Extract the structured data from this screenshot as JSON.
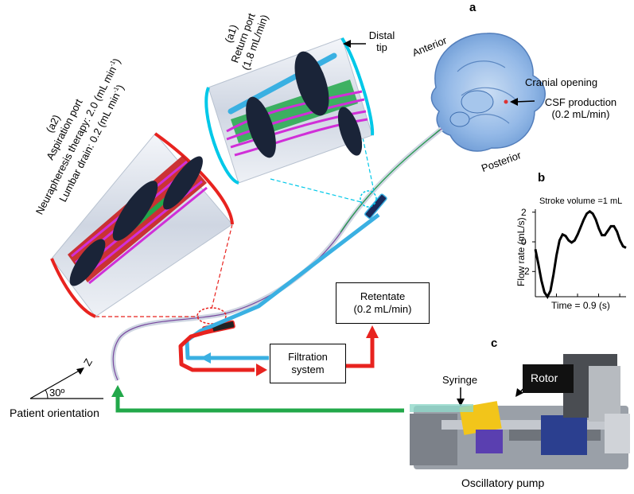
{
  "panels": {
    "a": "a",
    "b": "b",
    "c": "c"
  },
  "brain": {
    "anterior": "Anterior",
    "posterior": "Posterior",
    "cranial_opening": "Cranial opening",
    "csf_line1": "CSF production",
    "csf_line2": "(0.2 mL/min)"
  },
  "catheter": {
    "distal_line1": "Distal",
    "distal_line2": "tip",
    "a1_line1": "(a1)",
    "a1_line2": "Return port",
    "a1_line3": "(1.8 mL/min)",
    "a2_line1": "(a2)",
    "a2_line2": "Aspiration port",
    "a2_line3": "Neurapheresis therapy: 2.0 (mL min",
    "a2_line3_sup": "-1",
    "a2_line3_end": ")",
    "a2_line4": "Lumbar drain: 0.2 (mL min",
    "a2_line4_sup": "-1",
    "a2_line4_end": ")"
  },
  "retentate": {
    "line1": "Retentate",
    "line2": "(0.2 mL/min)"
  },
  "filtration": {
    "line1": "Filtration",
    "line2": "system"
  },
  "orientation": {
    "angle": "30º",
    "axis": "Z",
    "label": "Patient orientation"
  },
  "pump": {
    "syringe": "Syringe",
    "rotor": "Rotor",
    "label": "Oscillatory pump"
  },
  "colors": {
    "blue": "#3ab0e2",
    "red": "#e8231f",
    "green": "#22a84a",
    "cyan": "#00c8e8"
  },
  "chart_data": {
    "type": "line",
    "title": "Stroke volume =1 mL",
    "xlabel": "Time = 0.9 (s)",
    "ylabel": "Flow rate (mL/s)",
    "ylim": [
      -3.7,
      2.2
    ],
    "xlim": [
      0,
      0.9
    ],
    "yticks": [
      2,
      0,
      -2
    ],
    "x": [
      0,
      0.03,
      0.06,
      0.09,
      0.12,
      0.15,
      0.18,
      0.21,
      0.24,
      0.27,
      0.3,
      0.33,
      0.36,
      0.39,
      0.42,
      0.45,
      0.48,
      0.51,
      0.54,
      0.57,
      0.6,
      0.63,
      0.66,
      0.69,
      0.72,
      0.75,
      0.78,
      0.81,
      0.84,
      0.87,
      0.9
    ],
    "series": [
      {
        "values": [
          -0.5,
          -1.5,
          -2.6,
          -3.4,
          -3.7,
          -3.3,
          -2.2,
          -0.9,
          0.1,
          0.5,
          0.4,
          0.1,
          -0.05,
          0.1,
          0.5,
          1.0,
          1.5,
          1.9,
          2.05,
          1.9,
          1.5,
          0.9,
          0.45,
          0.45,
          0.75,
          1.05,
          1.05,
          0.7,
          0.1,
          -0.3,
          -0.4
        ]
      }
    ]
  }
}
